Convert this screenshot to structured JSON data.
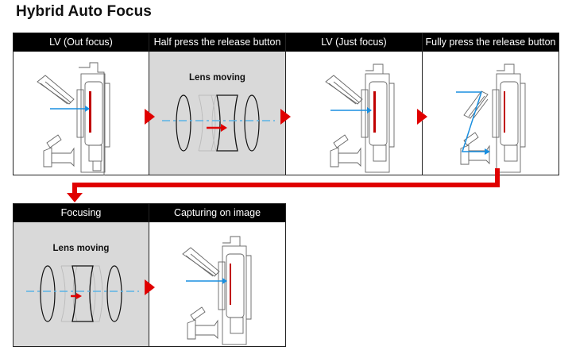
{
  "title": "Hybrid Auto Focus",
  "colors": {
    "header_bg": "#000000",
    "header_text": "#ffffff",
    "lens_panel_bg": "#d9d9d9",
    "flow_arrow": "#e00000",
    "light_ray": "#1a8fe0",
    "optical_axis": "#5ab4e6",
    "sensor": "#c00000"
  },
  "steps": [
    {
      "id": "lv-out-focus",
      "label": "LV (Out focus)",
      "diagram": "camera-cross-section-icon"
    },
    {
      "id": "half-press",
      "label": "Half press the release button",
      "diagram": "lens-group-icon",
      "caption": "Lens moving"
    },
    {
      "id": "lv-just-focus",
      "label": "LV (Just focus)",
      "diagram": "camera-cross-section-icon"
    },
    {
      "id": "fully-press",
      "label": "Fully press the release button",
      "diagram": "camera-mirror-down-icon"
    },
    {
      "id": "focusing",
      "label": "Focusing",
      "diagram": "lens-group-icon",
      "caption": "Lens moving"
    },
    {
      "id": "capturing",
      "label": "Capturing on image",
      "diagram": "camera-cross-section-icon"
    }
  ]
}
